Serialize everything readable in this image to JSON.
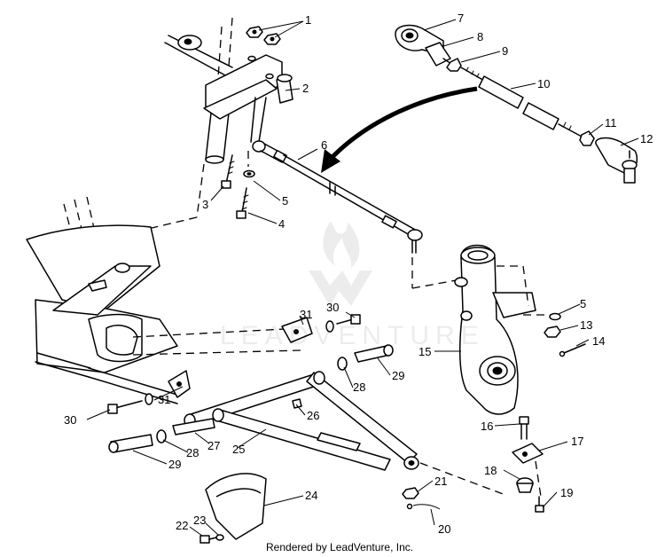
{
  "footer": {
    "credit": "Rendered by LeadVenture, Inc."
  },
  "watermark": {
    "text": "LEADVENTURE"
  },
  "callouts": [
    {
      "id": "c1",
      "label": "1"
    },
    {
      "id": "c2",
      "label": "2"
    },
    {
      "id": "c3",
      "label": "3"
    },
    {
      "id": "c4",
      "label": "4"
    },
    {
      "id": "c5a",
      "label": "5"
    },
    {
      "id": "c5b",
      "label": "5"
    },
    {
      "id": "c6",
      "label": "6"
    },
    {
      "id": "c7",
      "label": "7"
    },
    {
      "id": "c8",
      "label": "8"
    },
    {
      "id": "c9",
      "label": "9"
    },
    {
      "id": "c10",
      "label": "10"
    },
    {
      "id": "c11",
      "label": "11"
    },
    {
      "id": "c12",
      "label": "12"
    },
    {
      "id": "c13",
      "label": "13"
    },
    {
      "id": "c14",
      "label": "14"
    },
    {
      "id": "c15",
      "label": "15"
    },
    {
      "id": "c16",
      "label": "16"
    },
    {
      "id": "c17",
      "label": "17"
    },
    {
      "id": "c18",
      "label": "18"
    },
    {
      "id": "c19",
      "label": "19"
    },
    {
      "id": "c20",
      "label": "20"
    },
    {
      "id": "c21",
      "label": "21"
    },
    {
      "id": "c22",
      "label": "22"
    },
    {
      "id": "c23",
      "label": "23"
    },
    {
      "id": "c24",
      "label": "24"
    },
    {
      "id": "c25",
      "label": "25"
    },
    {
      "id": "c26",
      "label": "26"
    },
    {
      "id": "c27",
      "label": "27"
    },
    {
      "id": "c28a",
      "label": "28"
    },
    {
      "id": "c28b",
      "label": "28"
    },
    {
      "id": "c29a",
      "label": "29"
    },
    {
      "id": "c29b",
      "label": "29"
    },
    {
      "id": "c30a",
      "label": "30"
    },
    {
      "id": "c30b",
      "label": "30"
    },
    {
      "id": "c31a",
      "label": "31"
    },
    {
      "id": "c31b",
      "label": "31"
    }
  ]
}
